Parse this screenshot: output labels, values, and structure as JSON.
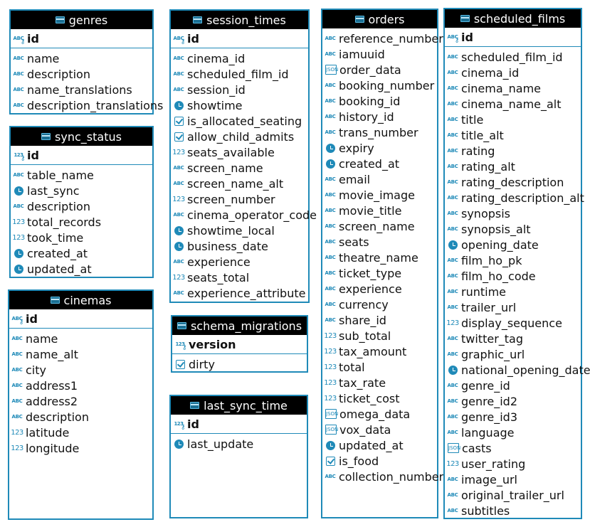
{
  "entities": [
    {
      "title": "genres",
      "pk": {
        "icon": "abc-key-icon",
        "name": "id"
      },
      "columns": [
        {
          "icon": "abc-icon",
          "name": "name"
        },
        {
          "icon": "abc-icon",
          "name": "description"
        },
        {
          "icon": "abc-icon",
          "name": "name_translations"
        },
        {
          "icon": "abc-icon",
          "name": "description_translations"
        }
      ]
    },
    {
      "title": "sync_status",
      "pk": {
        "icon": "number-key-icon",
        "name": "id"
      },
      "columns": [
        {
          "icon": "abc-icon",
          "name": "table_name"
        },
        {
          "icon": "clock-icon",
          "name": "last_sync"
        },
        {
          "icon": "abc-icon",
          "name": "description"
        },
        {
          "icon": "number-icon",
          "name": "total_records"
        },
        {
          "icon": "number-icon",
          "name": "took_time"
        },
        {
          "icon": "clock-icon",
          "name": "created_at"
        },
        {
          "icon": "clock-icon",
          "name": "updated_at"
        }
      ]
    },
    {
      "title": "cinemas",
      "pk": {
        "icon": "abc-key-icon",
        "name": "id"
      },
      "columns": [
        {
          "icon": "abc-icon",
          "name": "name"
        },
        {
          "icon": "abc-icon",
          "name": "name_alt"
        },
        {
          "icon": "abc-icon",
          "name": "city"
        },
        {
          "icon": "abc-icon",
          "name": "address1"
        },
        {
          "icon": "abc-icon",
          "name": "address2"
        },
        {
          "icon": "abc-icon",
          "name": "description"
        },
        {
          "icon": "number-icon",
          "name": "latitude"
        },
        {
          "icon": "number-icon",
          "name": "longitude"
        }
      ]
    },
    {
      "title": "session_times",
      "pk": {
        "icon": "abc-key-icon",
        "name": "id"
      },
      "columns": [
        {
          "icon": "abc-icon",
          "name": "cinema_id"
        },
        {
          "icon": "abc-icon",
          "name": "scheduled_film_id"
        },
        {
          "icon": "abc-icon",
          "name": "session_id"
        },
        {
          "icon": "clock-icon",
          "name": "showtime"
        },
        {
          "icon": "check-icon",
          "name": "is_allocated_seating"
        },
        {
          "icon": "check-icon",
          "name": "allow_child_admits"
        },
        {
          "icon": "number-icon",
          "name": "seats_available"
        },
        {
          "icon": "abc-icon",
          "name": "screen_name"
        },
        {
          "icon": "abc-icon",
          "name": "screen_name_alt"
        },
        {
          "icon": "number-icon",
          "name": "screen_number"
        },
        {
          "icon": "abc-icon",
          "name": "cinema_operator_code"
        },
        {
          "icon": "clock-icon",
          "name": "showtime_local"
        },
        {
          "icon": "clock-icon",
          "name": "business_date"
        },
        {
          "icon": "abc-icon",
          "name": "experience"
        },
        {
          "icon": "number-icon",
          "name": "seats_total"
        },
        {
          "icon": "abc-icon",
          "name": "experience_attribute"
        }
      ]
    },
    {
      "title": "schema_migrations",
      "pk": {
        "icon": "number-key-icon",
        "name": "version"
      },
      "columns": [
        {
          "icon": "check-icon",
          "name": "dirty"
        }
      ]
    },
    {
      "title": "last_sync_time",
      "pk": {
        "icon": "number-key-icon",
        "name": "id"
      },
      "columns": [
        {
          "icon": "clock-icon",
          "name": "last_update"
        }
      ]
    },
    {
      "title": "orders",
      "pk": null,
      "columns": [
        {
          "icon": "abc-icon",
          "name": "reference_number"
        },
        {
          "icon": "abc-icon",
          "name": "iamuuid"
        },
        {
          "icon": "json-icon",
          "name": "order_data"
        },
        {
          "icon": "abc-icon",
          "name": "booking_number"
        },
        {
          "icon": "abc-icon",
          "name": "booking_id"
        },
        {
          "icon": "abc-icon",
          "name": "history_id"
        },
        {
          "icon": "abc-icon",
          "name": "trans_number"
        },
        {
          "icon": "clock-icon",
          "name": "expiry"
        },
        {
          "icon": "clock-icon",
          "name": "created_at"
        },
        {
          "icon": "abc-icon",
          "name": "email"
        },
        {
          "icon": "abc-icon",
          "name": "movie_image"
        },
        {
          "icon": "abc-icon",
          "name": "movie_title"
        },
        {
          "icon": "abc-icon",
          "name": "screen_name"
        },
        {
          "icon": "abc-icon",
          "name": "seats"
        },
        {
          "icon": "abc-icon",
          "name": "theatre_name"
        },
        {
          "icon": "abc-icon",
          "name": "ticket_type"
        },
        {
          "icon": "abc-icon",
          "name": "experience"
        },
        {
          "icon": "abc-icon",
          "name": "currency"
        },
        {
          "icon": "abc-icon",
          "name": "share_id"
        },
        {
          "icon": "number-icon",
          "name": "sub_total"
        },
        {
          "icon": "number-icon",
          "name": "tax_amount"
        },
        {
          "icon": "number-icon",
          "name": "total"
        },
        {
          "icon": "number-icon",
          "name": "tax_rate"
        },
        {
          "icon": "number-icon",
          "name": "ticket_cost"
        },
        {
          "icon": "json-icon",
          "name": "omega_data"
        },
        {
          "icon": "json-icon",
          "name": "vox_data"
        },
        {
          "icon": "clock-icon",
          "name": "updated_at"
        },
        {
          "icon": "check-icon",
          "name": "is_food"
        },
        {
          "icon": "abc-icon",
          "name": "collection_number"
        }
      ]
    },
    {
      "title": "scheduled_films",
      "pk": {
        "icon": "abc-key-icon",
        "name": "id"
      },
      "columns": [
        {
          "icon": "abc-icon",
          "name": "scheduled_film_id"
        },
        {
          "icon": "abc-icon",
          "name": "cinema_id"
        },
        {
          "icon": "abc-icon",
          "name": "cinema_name"
        },
        {
          "icon": "abc-icon",
          "name": "cinema_name_alt"
        },
        {
          "icon": "abc-icon",
          "name": "title"
        },
        {
          "icon": "abc-icon",
          "name": "title_alt"
        },
        {
          "icon": "abc-icon",
          "name": "rating"
        },
        {
          "icon": "abc-icon",
          "name": "rating_alt"
        },
        {
          "icon": "abc-icon",
          "name": "rating_description"
        },
        {
          "icon": "abc-icon",
          "name": "rating_description_alt"
        },
        {
          "icon": "abc-icon",
          "name": "synopsis"
        },
        {
          "icon": "abc-icon",
          "name": "synopsis_alt"
        },
        {
          "icon": "clock-icon",
          "name": "opening_date"
        },
        {
          "icon": "abc-icon",
          "name": "film_ho_pk"
        },
        {
          "icon": "abc-icon",
          "name": "film_ho_code"
        },
        {
          "icon": "abc-icon",
          "name": "runtime"
        },
        {
          "icon": "abc-icon",
          "name": "trailer_url"
        },
        {
          "icon": "number-icon",
          "name": "display_sequence"
        },
        {
          "icon": "abc-icon",
          "name": "twitter_tag"
        },
        {
          "icon": "abc-icon",
          "name": "graphic_url"
        },
        {
          "icon": "clock-icon",
          "name": "national_opening_date"
        },
        {
          "icon": "abc-icon",
          "name": "genre_id"
        },
        {
          "icon": "abc-icon",
          "name": "genre_id2"
        },
        {
          "icon": "abc-icon",
          "name": "genre_id3"
        },
        {
          "icon": "abc-icon",
          "name": "language"
        },
        {
          "icon": "json-icon",
          "name": "casts"
        },
        {
          "icon": "number-icon",
          "name": "user_rating"
        },
        {
          "icon": "abc-icon",
          "name": "image_url"
        },
        {
          "icon": "abc-icon",
          "name": "original_trailer_url"
        },
        {
          "icon": "abc-icon",
          "name": "subtitles"
        }
      ]
    }
  ],
  "colors": {
    "border": "#1f8ab8",
    "header_bg": "#000000",
    "header_text": "#ffffff",
    "icon": "#1f8ab8"
  }
}
